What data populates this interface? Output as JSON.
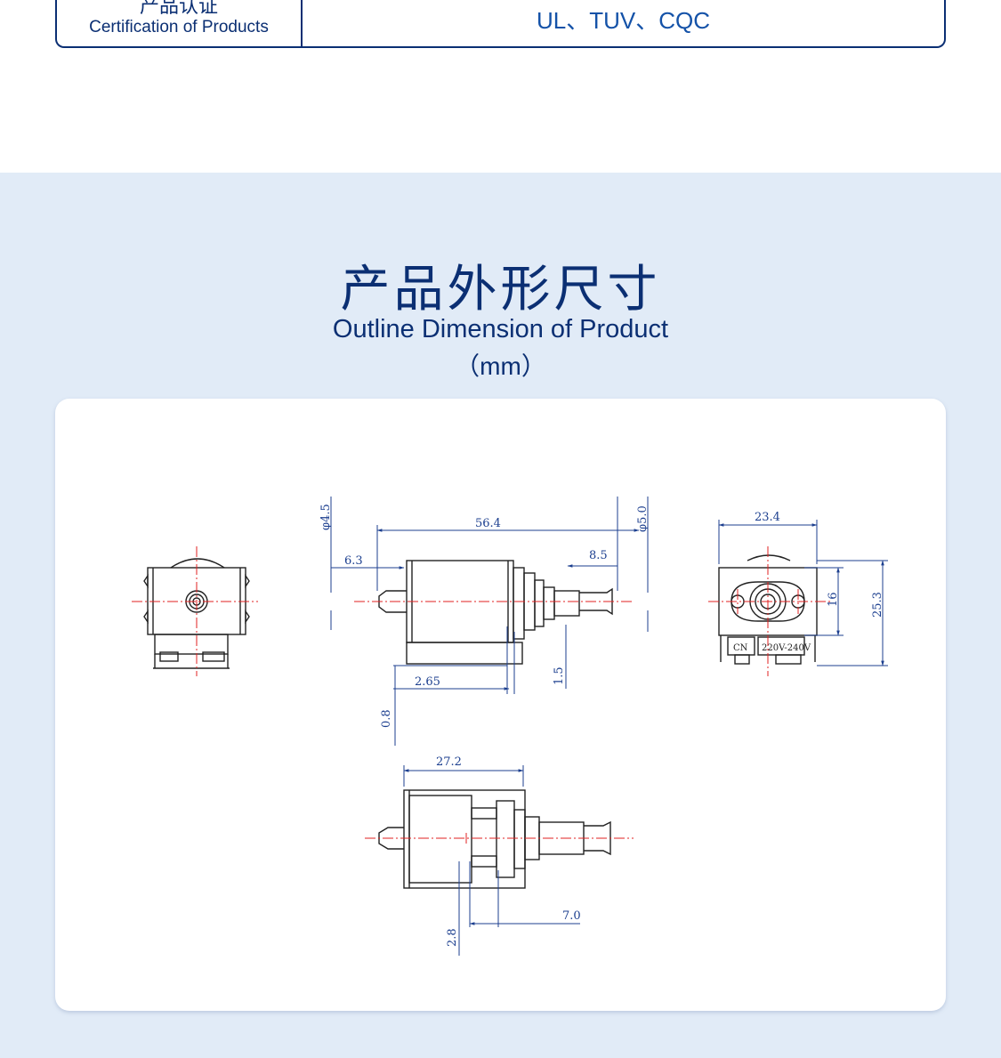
{
  "certification": {
    "label_cn": "产品认证",
    "label_en": "Certification of Products",
    "value": "UL、TUV、CQC"
  },
  "section": {
    "title_cn": "产品外形尺寸",
    "title_en": "Outline Dimension of Product",
    "unit": "（mm）"
  },
  "drawing": {
    "dims": {
      "d45": "φ4.5",
      "d564": "56.4",
      "d50": "φ5.0",
      "d63": "6.3",
      "d85": "8.5",
      "d265": "2.65",
      "d15": "1.5",
      "d08": "0.8",
      "d234": "23.4",
      "d16": "16",
      "d253": "25.3",
      "d272": "27.2",
      "d70": "7.0",
      "d28": "2.8"
    },
    "label_cn": "CN",
    "label_voltage": "220V-240V"
  },
  "colors": {
    "title": "#0b2f73",
    "section_bg": "#e1ebf7",
    "dimension": "#1c3f8f",
    "centerline": "#e02020"
  }
}
